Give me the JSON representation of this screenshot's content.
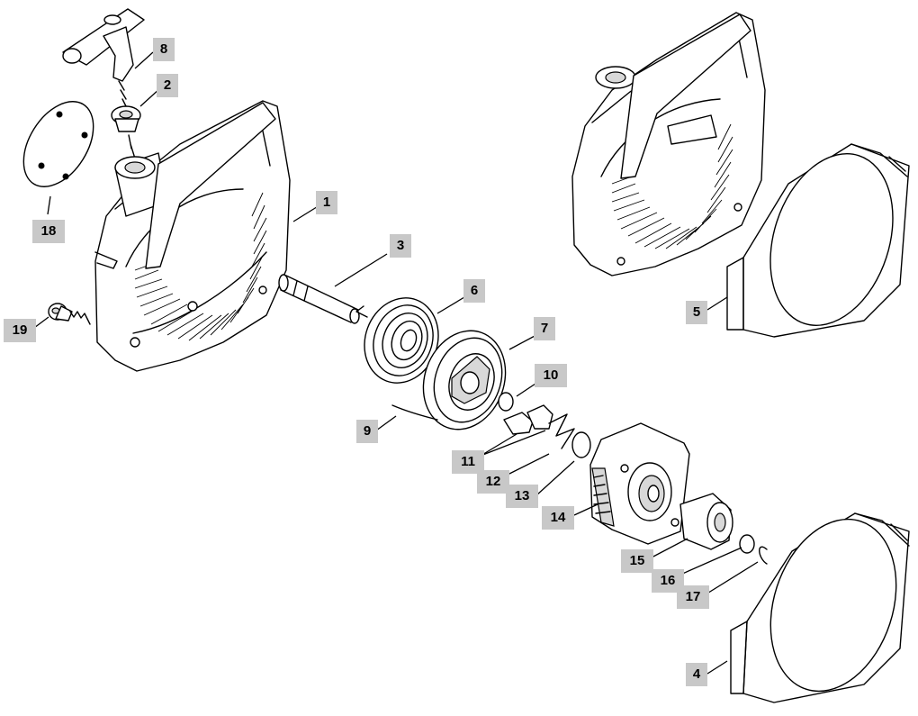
{
  "labels": {
    "l1": "1",
    "l2": "2",
    "l3": "3",
    "l4": "4",
    "l5": "5",
    "l6": "6",
    "l7": "7",
    "l8": "8",
    "l9": "9",
    "l10": "10",
    "l11": "11",
    "l12": "12",
    "l13": "13",
    "l14": "14",
    "l15": "15",
    "l16": "16",
    "l17": "17",
    "l18": "18",
    "l19": "19"
  }
}
